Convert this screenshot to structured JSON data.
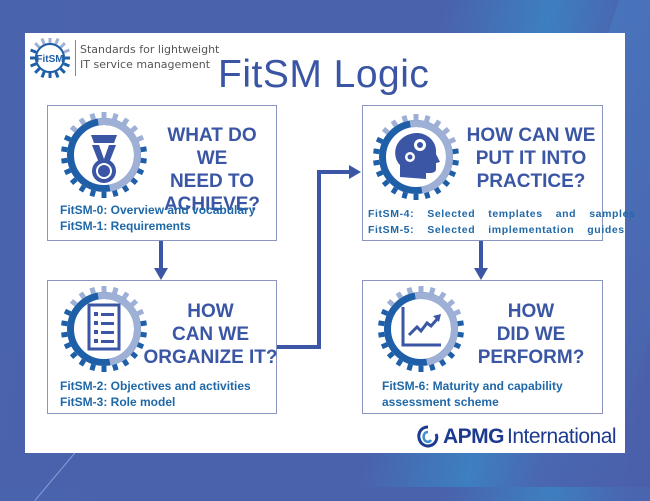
{
  "header": {
    "logo_text": "FitSM",
    "tagline_line1": "Standards for lightweight",
    "tagline_line2": "IT service management",
    "title": "FitSM Logic"
  },
  "boxes": [
    {
      "id": "achieve",
      "icon": "medal-icon",
      "question_lines": [
        "WHAT DO WE",
        "NEED TO",
        "ACHIEVE?"
      ],
      "refs": [
        "FitSM-0: Overview and vocabulary",
        "FitSM-1: Requirements"
      ]
    },
    {
      "id": "practice",
      "icon": "head-gears-icon",
      "question_lines": [
        "HOW CAN WE",
        "PUT IT INTO",
        "PRACTICE?"
      ],
      "refs": [
        "FitSM-4:  Selected  templates  and  samples",
        "FitSM-5:  Selected  implementation  guides"
      ]
    },
    {
      "id": "organize",
      "icon": "checklist-icon",
      "question_lines": [
        "HOW",
        "CAN WE",
        "ORGANIZE IT?"
      ],
      "refs": [
        "FitSM-2: Objectives and activities",
        "FitSM-3: Role model"
      ]
    },
    {
      "id": "perform",
      "icon": "chart-trend-icon",
      "question_lines": [
        "HOW",
        "DID WE",
        "PERFORM?"
      ],
      "refs": [
        "FitSM-6: Maturity and capability",
        "assessment scheme"
      ]
    }
  ],
  "footer": {
    "brand_bold": "APMG",
    "brand_light": "International"
  },
  "colors": {
    "accent": "#3a56a4",
    "refs": "#1f68a8",
    "gear_dark": "#1f5fa8",
    "gear_light": "#9fb0d6",
    "background": "#4a63ad"
  }
}
